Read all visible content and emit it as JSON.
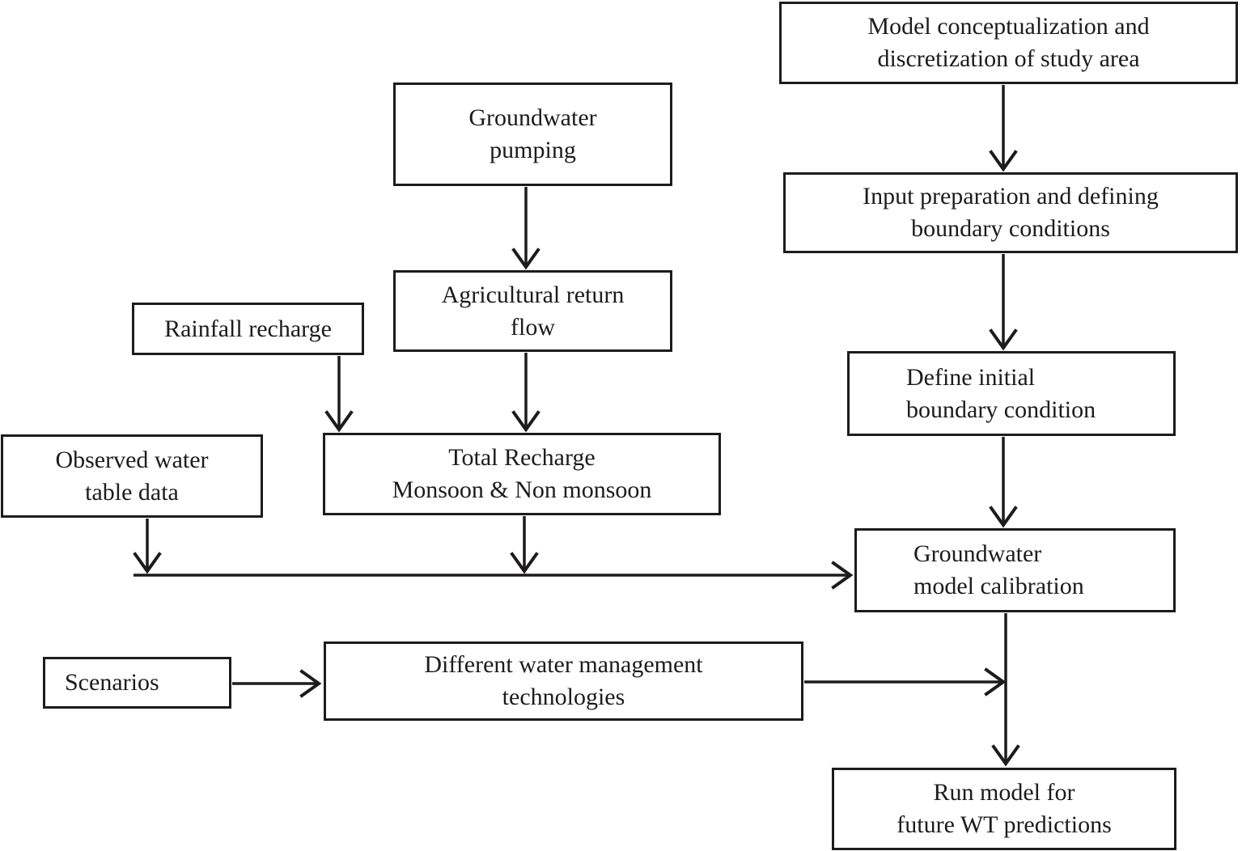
{
  "diagram": {
    "background_color": "#ffffff",
    "line_color": "#1d1b1b",
    "nodes": {
      "model_concept": {
        "label": "Model conceptualization and\ndiscretization of study area"
      },
      "gw_pumping": {
        "label": "Groundwater\npumping"
      },
      "input_prep": {
        "label": "Input preparation and defining\nboundary conditions"
      },
      "agri_return": {
        "label": "Agricultural return\nflow"
      },
      "rainfall": {
        "label": "Rainfall recharge"
      },
      "observed": {
        "label": "Observed water\ntable data"
      },
      "total_recharge": {
        "label": "Total Recharge\nMonsoon & Non monsoon"
      },
      "define_initial": {
        "label": "Define initial\nboundary condition"
      },
      "gw_calibration": {
        "label": "Groundwater\nmodel calibration"
      },
      "scenarios": {
        "label": "Scenarios"
      },
      "diff_water": {
        "label": "Different water management\ntechnologies"
      },
      "run_model": {
        "label": "Run model for\nfuture WT predictions"
      }
    },
    "edges": [
      {
        "from": "model_concept",
        "to": "input_prep"
      },
      {
        "from": "input_prep",
        "to": "define_initial"
      },
      {
        "from": "define_initial",
        "to": "gw_calibration"
      },
      {
        "from": "gw_pumping",
        "to": "agri_return"
      },
      {
        "from": "agri_return",
        "to": "total_recharge"
      },
      {
        "from": "rainfall",
        "to": "total_recharge"
      },
      {
        "from": "observed",
        "to": "gw_calibration"
      },
      {
        "from": "total_recharge",
        "to": "gw_calibration"
      },
      {
        "from": "gw_calibration",
        "to": "run_model"
      },
      {
        "from": "scenarios",
        "to": "diff_water"
      },
      {
        "from": "diff_water",
        "to": "run_model"
      }
    ]
  }
}
